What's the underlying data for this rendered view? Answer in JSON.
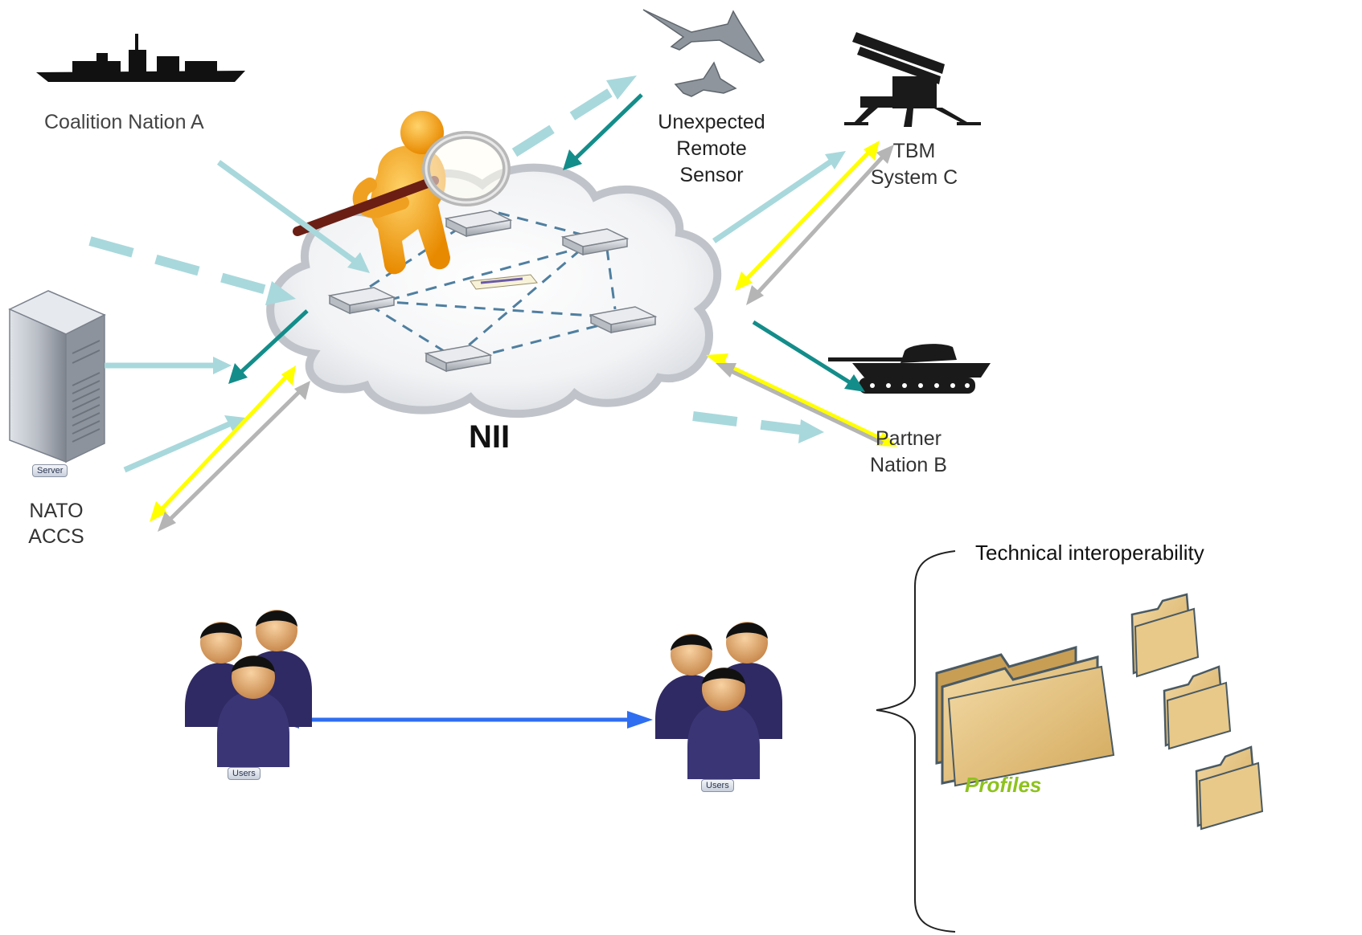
{
  "labels": {
    "coalition": "Coalition Nation A",
    "remote_sensor": [
      "Unexpected",
      "Remote",
      "Sensor"
    ],
    "tbm": [
      "TBM",
      "System C"
    ],
    "partner": [
      "Partner",
      "Nation B"
    ],
    "nato": [
      "NATO",
      "ACCS"
    ],
    "nii": "NII",
    "technical": "Technical interoperability",
    "profiles": "Profiles",
    "server_badge": "Server",
    "users_badge_left": "Users",
    "users_badge_right": "Users"
  },
  "colors": {
    "light_arrow": "#a8d8dc",
    "teal_arrow": "#138d8a",
    "yellow_arrow": "#ffff00",
    "gray_arrow": "#b5b5b5",
    "blue_arrow": "#2f6ef0",
    "folder_fill": "#e3c07a",
    "profiles_text": "#8ec21e",
    "figure_orange": "#f6a21a",
    "user_body": "#2f2a63"
  },
  "icons": [
    "warship-icon",
    "drone-icon",
    "missile-launcher-icon",
    "tank-icon",
    "server-icon",
    "users-group-icon",
    "folder-icon",
    "network-switch-icon",
    "magnifier-figure-icon",
    "cloud-icon"
  ]
}
